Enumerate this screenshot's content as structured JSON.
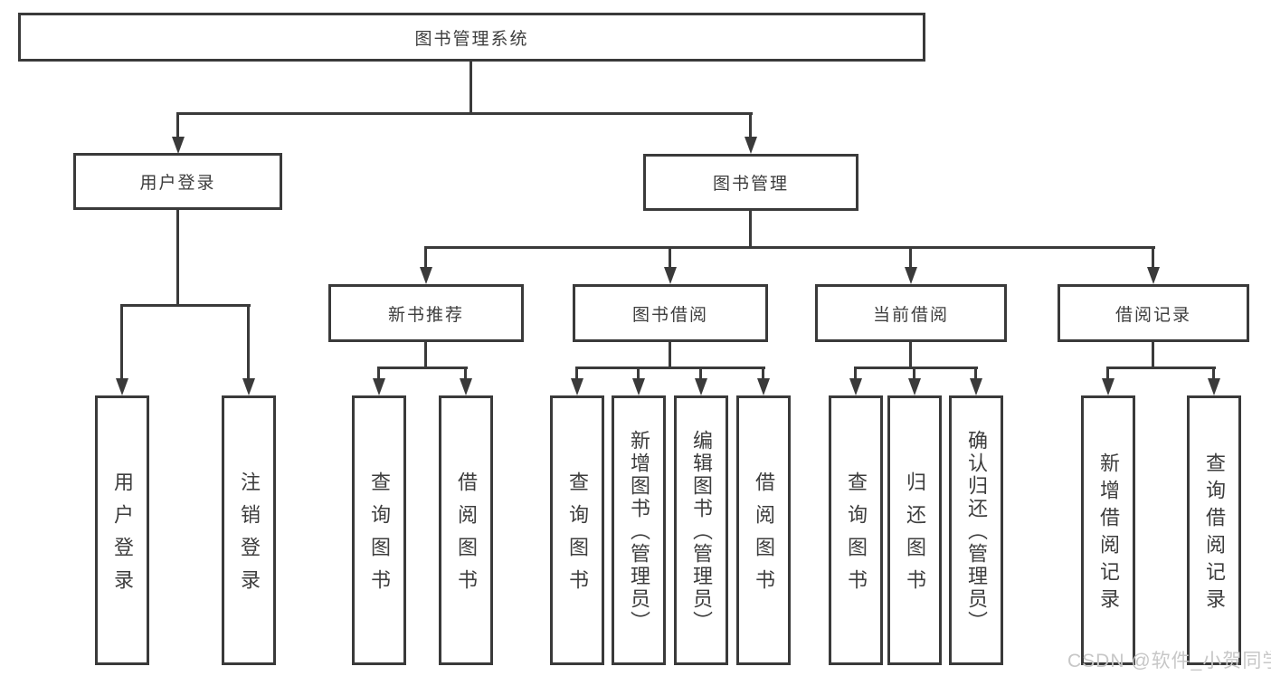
{
  "diagram": {
    "root": {
      "label": "图书管理系统"
    },
    "branches": [
      {
        "label": "用户登录",
        "children": [
          {
            "label": "用户登录"
          },
          {
            "label": "注销登录"
          }
        ]
      },
      {
        "label": "图书管理",
        "children": [
          {
            "label": "新书推荐",
            "children": [
              {
                "label": "查询图书"
              },
              {
                "label": "借阅图书"
              }
            ]
          },
          {
            "label": "图书借阅",
            "children": [
              {
                "label": "查询图书"
              },
              {
                "label": "新增图书（管理员）"
              },
              {
                "label": "编辑图书（管理员）"
              },
              {
                "label": "借阅图书"
              }
            ]
          },
          {
            "label": "当前借阅",
            "children": [
              {
                "label": "查询图书"
              },
              {
                "label": "归还图书"
              },
              {
                "label": "确认归还（管理员）"
              }
            ]
          },
          {
            "label": "借阅记录",
            "children": [
              {
                "label": "新增借阅记录"
              },
              {
                "label": "查询借阅记录"
              }
            ]
          }
        ]
      }
    ]
  },
  "watermark": {
    "text": "CSDN @软件_小贺同学"
  },
  "colors": {
    "line": "#3a3a3a",
    "text": "#3d3d3d",
    "background": "#ffffff",
    "watermark": "#c7c7c7"
  }
}
